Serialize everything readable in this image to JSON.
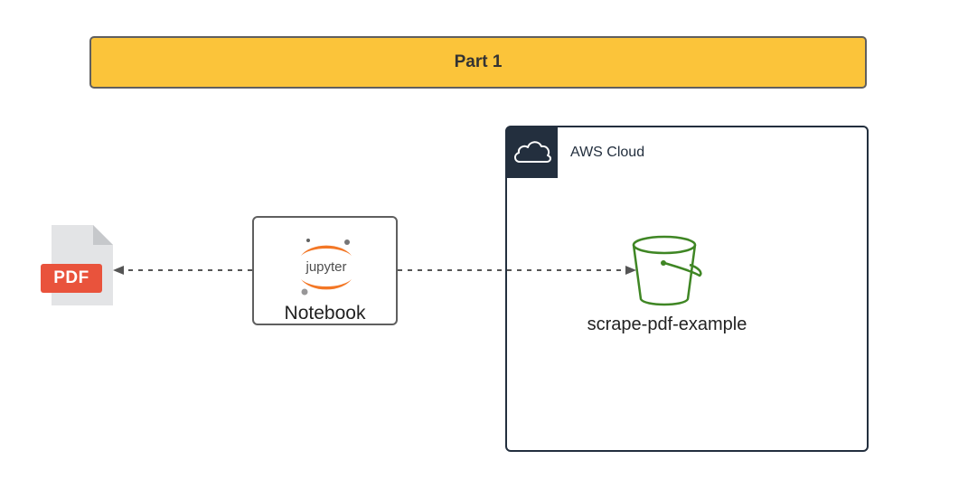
{
  "banner": {
    "label": "Part 1"
  },
  "aws_group": {
    "label": "AWS Cloud",
    "icon": "cloud-icon"
  },
  "notebook": {
    "logo_text": "jupyter",
    "label": "Notebook",
    "icon": "jupyter-logo"
  },
  "bucket": {
    "label": "scrape-pdf-example",
    "icon": "s3-bucket-icon"
  },
  "pdf_file": {
    "label": "PDF",
    "icon": "pdf-file-icon"
  },
  "colors": {
    "banner_fill": "#fbc43a",
    "aws_dark": "#232f3e",
    "bucket_green": "#3f8624",
    "pdf_red": "#e9533c",
    "jupyter_orange": "#f37726"
  }
}
